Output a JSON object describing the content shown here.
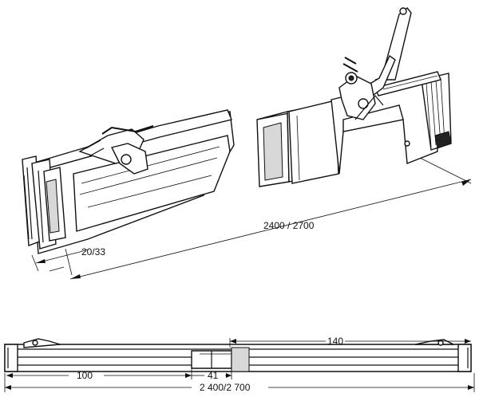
{
  "dimensions": {
    "total_length_iso": "2400 / 2700",
    "width_range": "20/33",
    "segment_left": "100",
    "segment_gap": "41",
    "segment_right": "140",
    "total_length_side": "2 400/2 700"
  }
}
